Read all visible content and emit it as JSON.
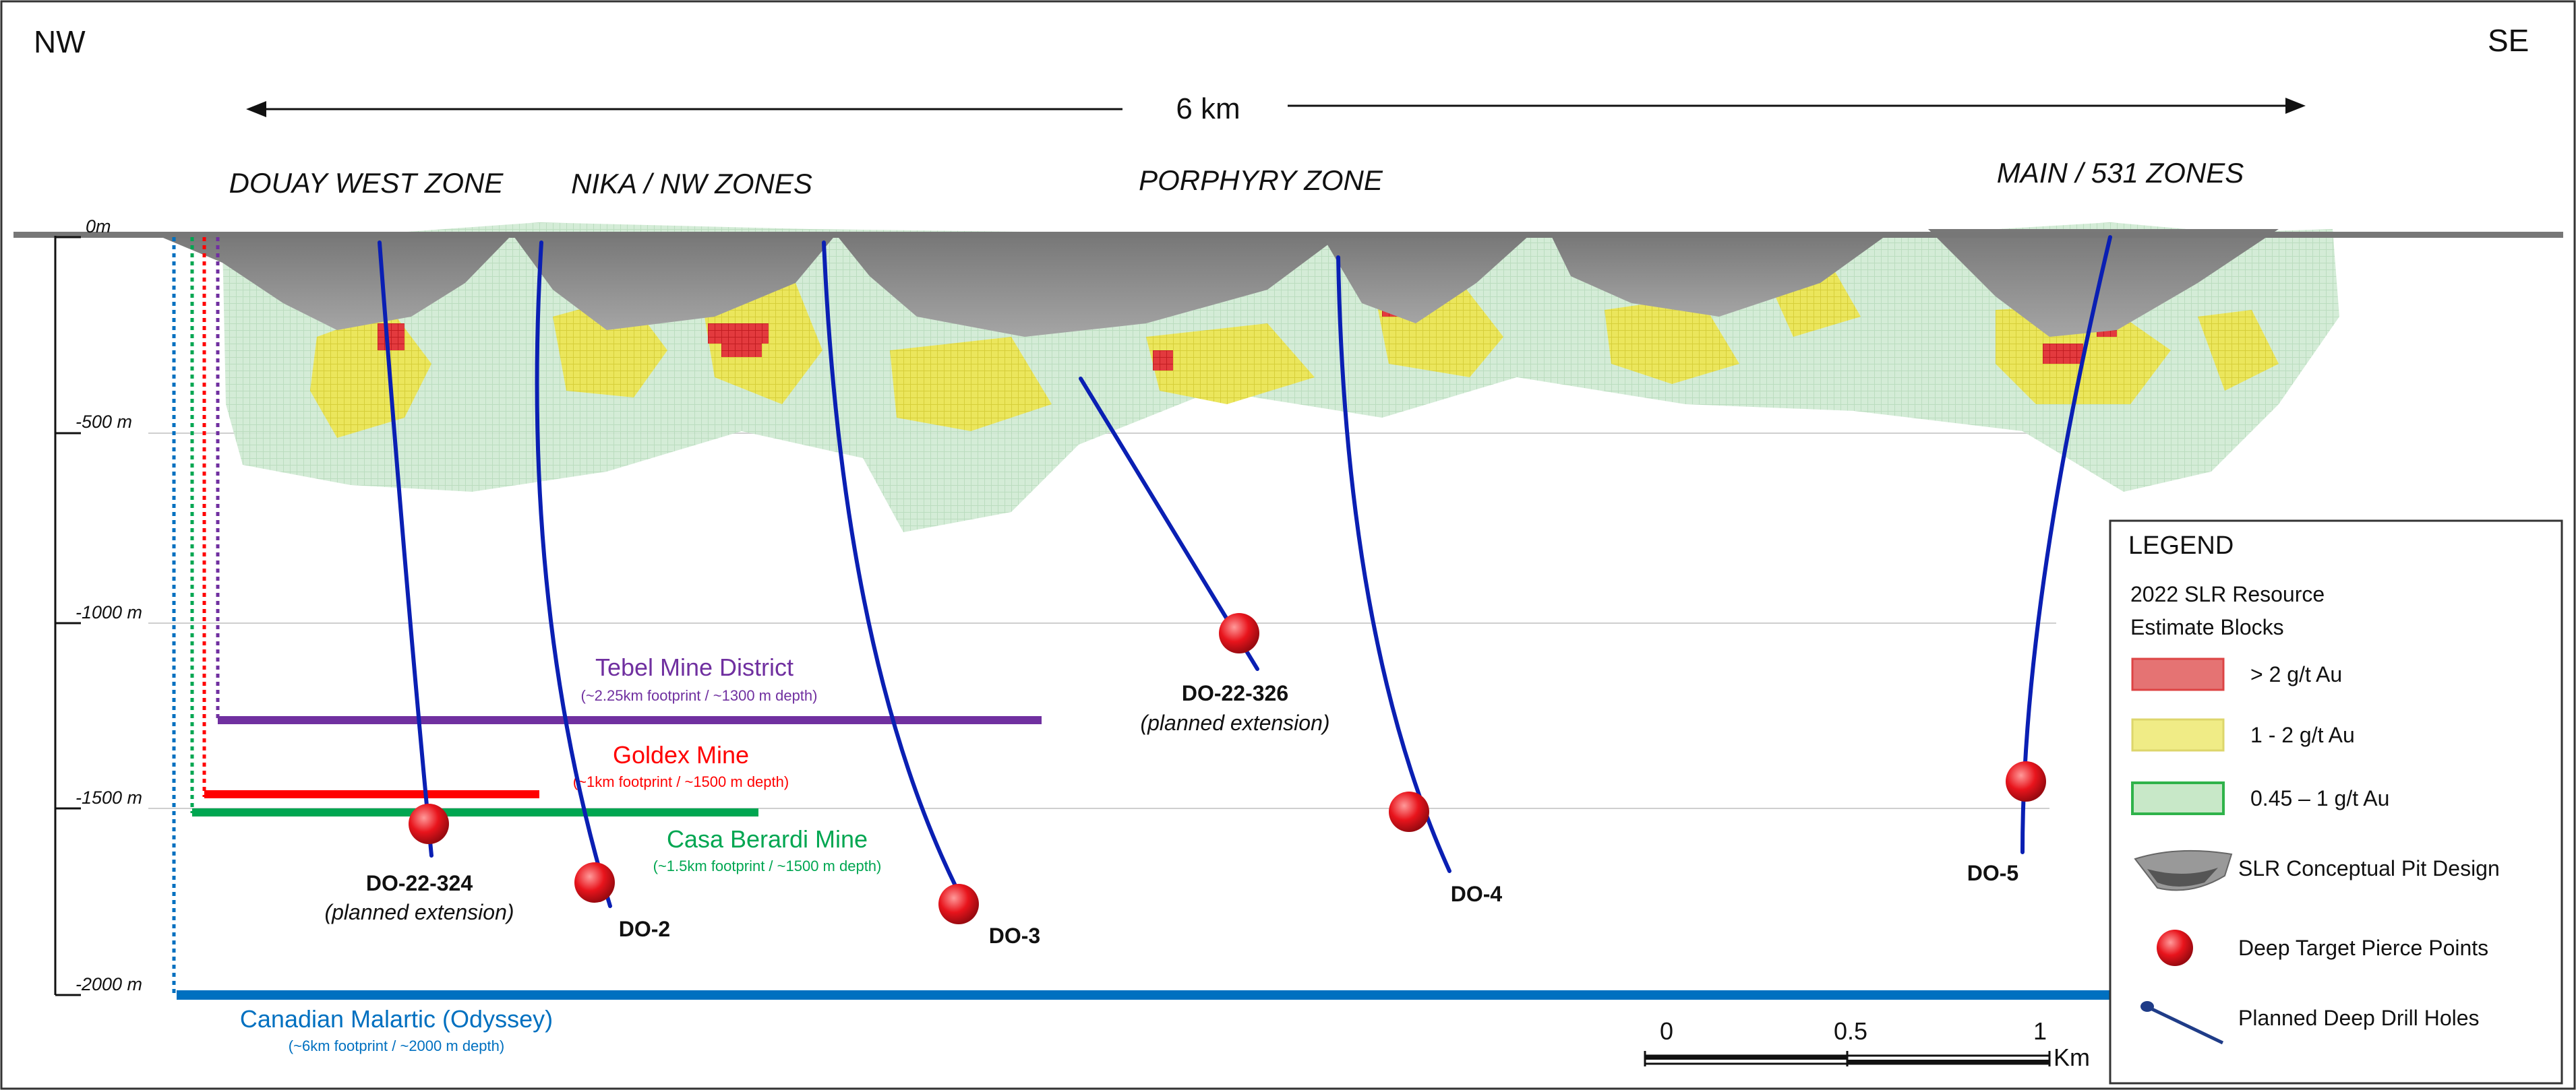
{
  "compass": {
    "left": "NW",
    "right": "SE"
  },
  "distance": {
    "label": "6 km"
  },
  "zones": [
    "DOUAY WEST ZONE",
    "NIKA / NW ZONES",
    "PORPHYRY ZONE",
    "MAIN / 531 ZONES"
  ],
  "depth_axis": [
    "0m",
    "-500 m",
    "-1000 m",
    "-1500 m",
    "-2000 m"
  ],
  "footprints": [
    {
      "name": "Tebel Mine District",
      "note": "(~2.25km footprint / ~1300 m depth)",
      "color": "#7030a0"
    },
    {
      "name": "Goldex Mine",
      "note": "(~1km footprint / ~1500 m depth)",
      "color": "#ff0000"
    },
    {
      "name": "Casa Berardi Mine",
      "note": "(~1.5km footprint / ~1500 m depth)",
      "color": "#00a651"
    },
    {
      "name": "Canadian Malartic (Odyssey)",
      "note": "(~6km footprint / ~2000 m depth)",
      "color": "#0070c0"
    }
  ],
  "drill_holes": [
    {
      "id": "DO-22-324",
      "note": "(planned extension)"
    },
    {
      "id": "DO-2",
      "note": ""
    },
    {
      "id": "DO-3",
      "note": ""
    },
    {
      "id": "DO-22-326",
      "note": "(planned extension)"
    },
    {
      "id": "DO-4",
      "note": ""
    },
    {
      "id": "DO-5",
      "note": ""
    }
  ],
  "scale_bar": {
    "labels": [
      "0",
      "0.5",
      "1"
    ],
    "unit": "Km"
  },
  "legend": {
    "title": "LEGEND",
    "section": [
      "2022 SLR Resource",
      "Estimate Blocks"
    ],
    "items": [
      {
        "label": "> 2 g/t Au",
        "color": "#e57373"
      },
      {
        "label": "1 - 2 g/t Au",
        "color": "#f0ec86"
      },
      {
        "label": "0.45 – 1 g/t Au",
        "color": "#c8e8c8"
      },
      {
        "label": "SLR Conceptual Pit Design",
        "icon": "pit-icon"
      },
      {
        "label": "Deep Target Pierce Points",
        "icon": "pierce-point-icon"
      },
      {
        "label": "Planned Deep Drill Holes",
        "icon": "drill-hole-icon"
      }
    ]
  },
  "colors": {
    "drill": "#0a1fb3",
    "pit": "#8a8a8a",
    "low_grade": "#c8e8c8",
    "mid_grade": "#e8e35a",
    "high_grade": "#e0303a"
  }
}
